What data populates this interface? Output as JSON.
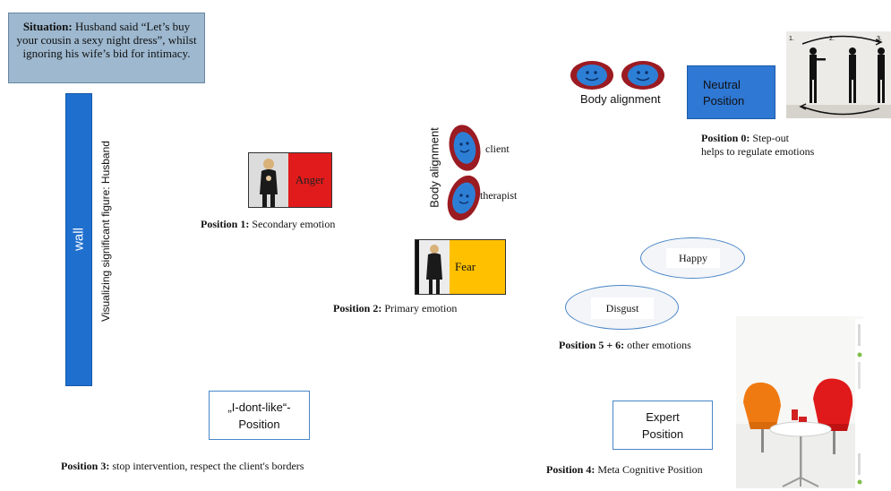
{
  "situation": {
    "label": "Situation:",
    "text": "Husband said “Let’s buy your cousin a sexy night dress”, whilst ignoring his wife’s bid for intimacy."
  },
  "wall": {
    "label": "wall",
    "side_label": "Visualizing significant figure: Husband"
  },
  "anger": {
    "label": "Anger",
    "caption_bold": "Position 1:",
    "caption": " Secondary emotion"
  },
  "fear": {
    "label": "Fear",
    "caption_bold": "Position 2:",
    "caption": " Primary emotion"
  },
  "body_alignment": {
    "vertical_label": "Body alignment",
    "client": "client",
    "therapist": "therapist",
    "horizontal_label": "Body alignment"
  },
  "neutral": {
    "line1": "Neutral",
    "line2": "Position",
    "caption_bold": "Position 0:",
    "caption": " Step-out",
    "caption2": "helps to regulate emotions",
    "step_labels": [
      "1.",
      "2.",
      "3."
    ]
  },
  "other_emotions": {
    "happy": "Happy",
    "disgust": "Disgust",
    "caption_bold": "Position 5 + 6:",
    "caption": " other emotions"
  },
  "idont": {
    "line1": "„I-dont-like“-",
    "line2": "Position",
    "caption_bold": "Position 3:",
    "caption": " stop intervention, respect the client's borders"
  },
  "expert": {
    "line1": "Expert",
    "line2": "Position",
    "caption_bold": "Position 4:",
    "caption": " Meta Cognitive Position"
  },
  "colors": {
    "wall": "#1f6fce",
    "anger": "#e11b1b",
    "fear": "#ffc000",
    "neutral": "#2f78d4",
    "situation": "#9db8cf",
    "figure_ring": "#9b1b22",
    "figure_face": "#2d7fd6"
  }
}
